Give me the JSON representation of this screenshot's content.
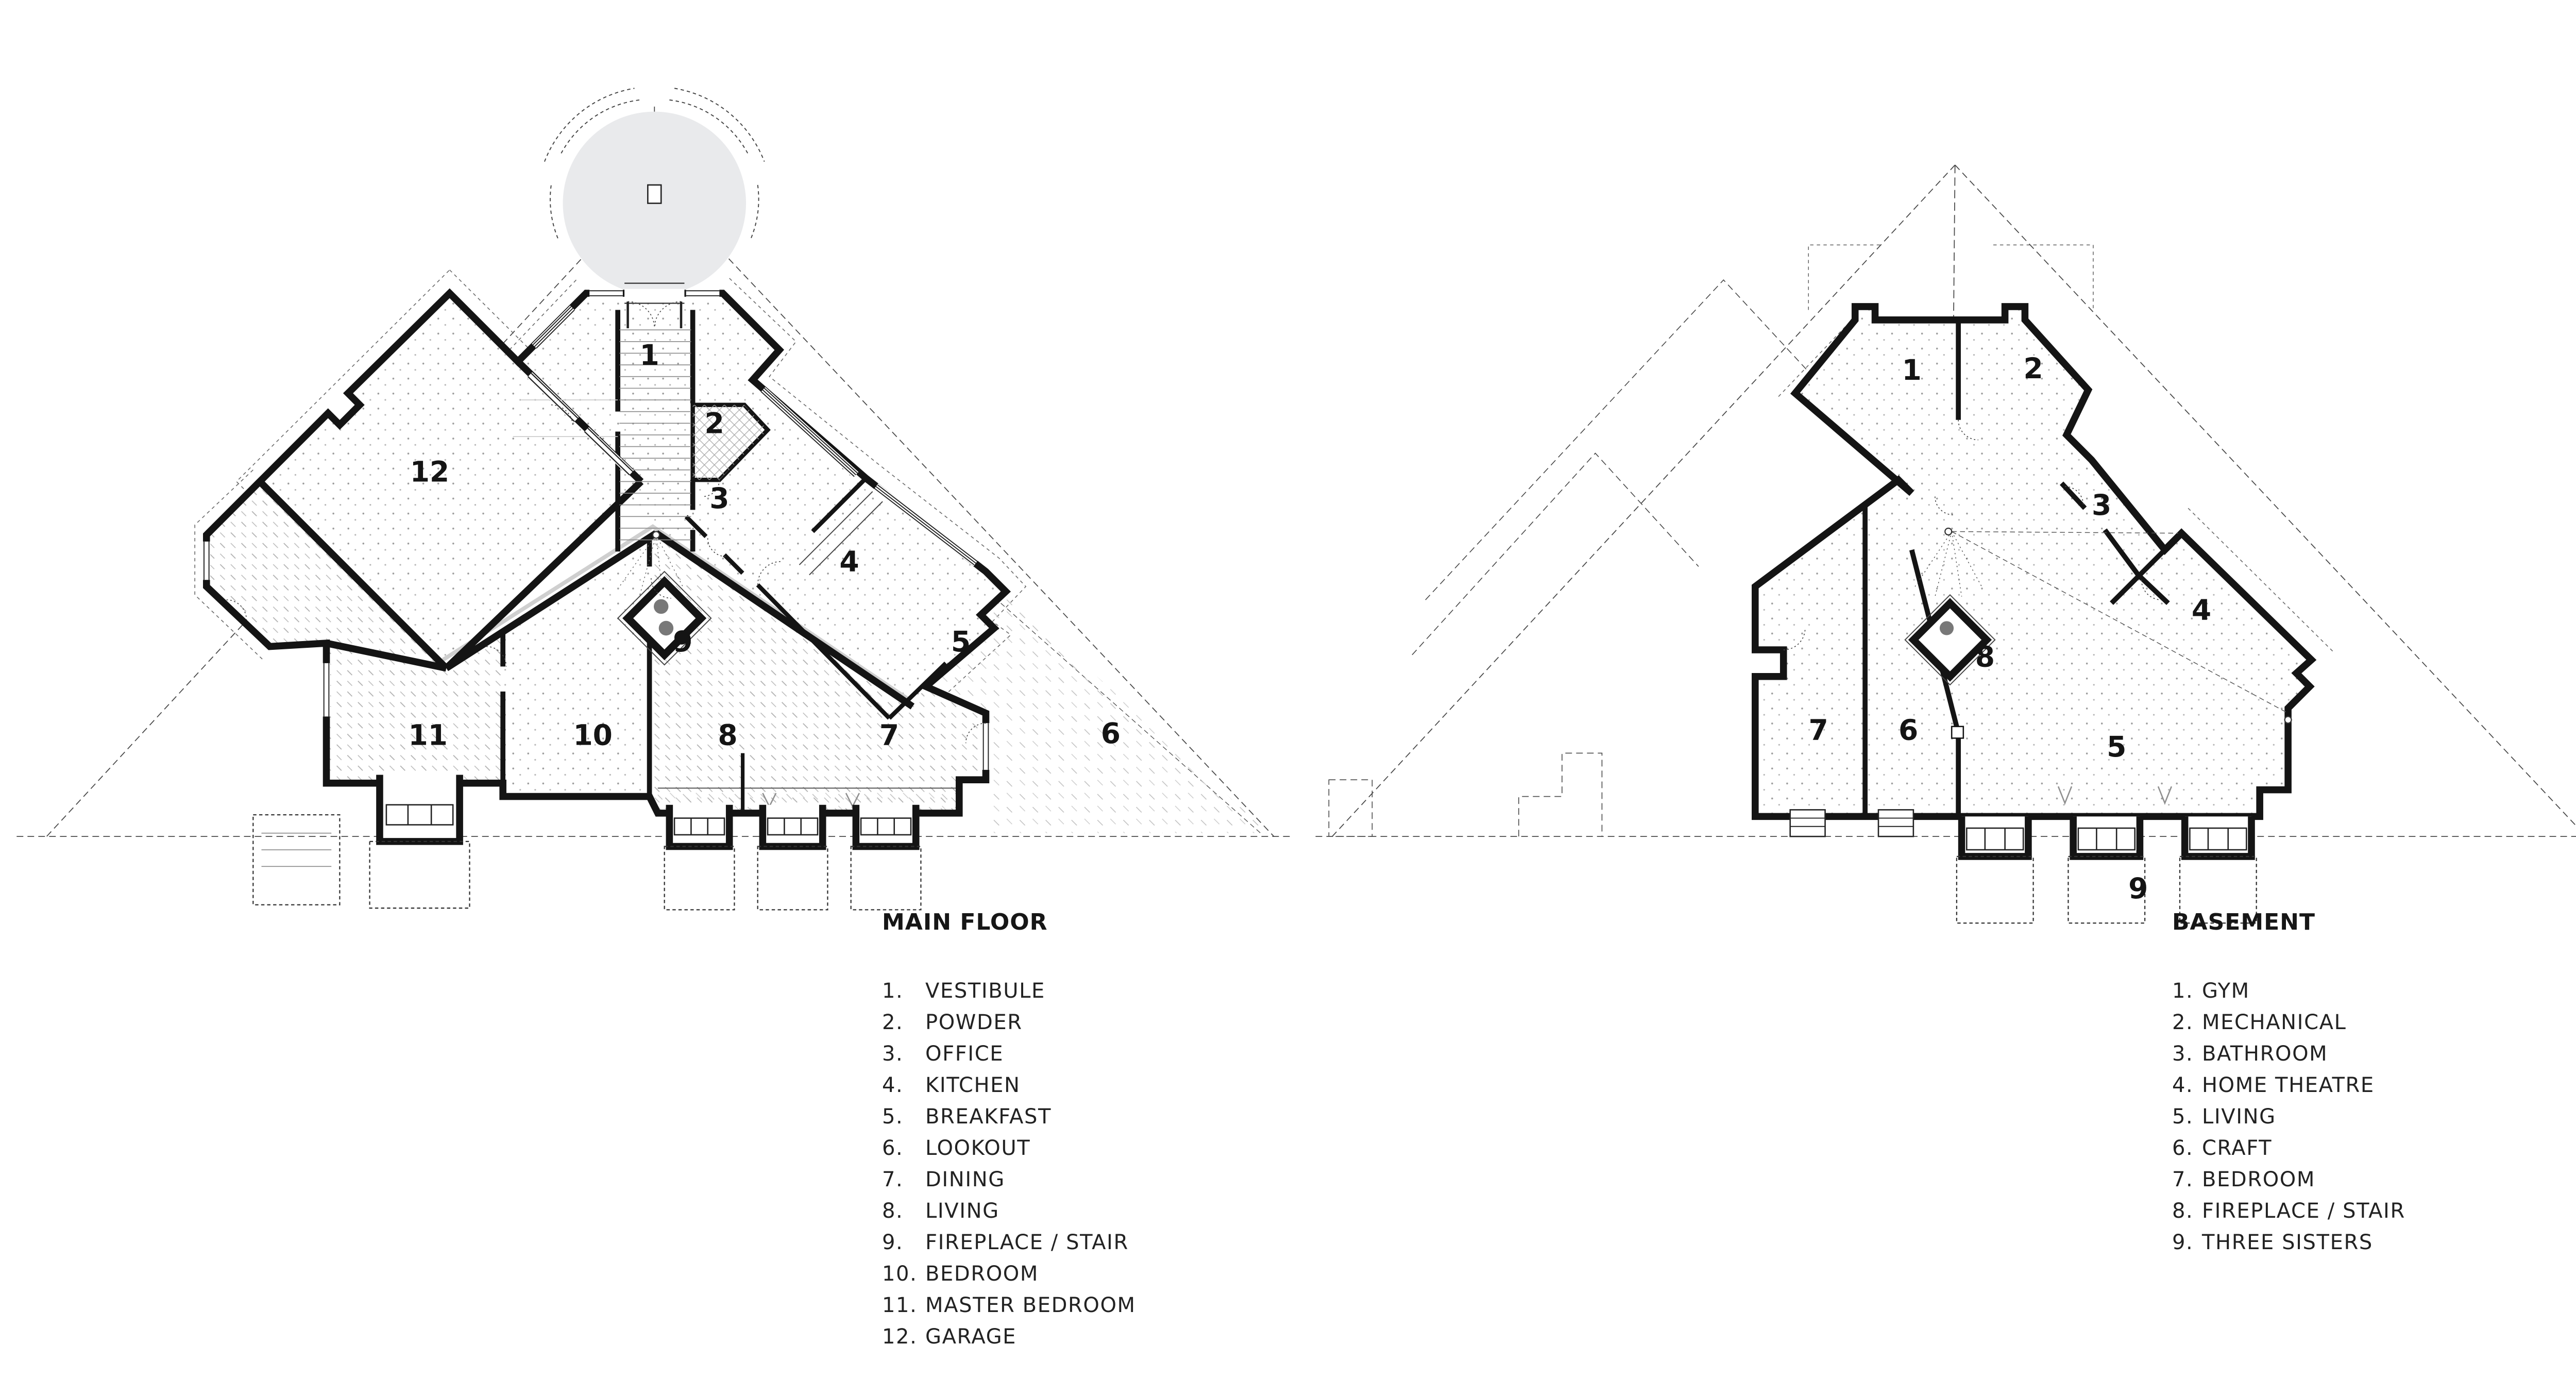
{
  "sheet": {
    "background": "#ffffff",
    "description": "Architectural floor plan sheet with two plans: main floor (left) and basement (right), each inside a triangular site/roof outline."
  },
  "colors": {
    "wall": "#141414",
    "thin_line": "#3c3c3c",
    "dashed_line": "#4a4a4a",
    "hatch_gray": "#b3b3b3",
    "turret_fill": "#e9eaec",
    "fireplace_dot": "#787878",
    "ridge_band": "#cfcfcf",
    "text": "#1b1b1b"
  },
  "plans": [
    {
      "id": "main-floor",
      "title": "MAIN FLOOR",
      "rooms": [
        {
          "number": "1.",
          "label": "VESTIBULE"
        },
        {
          "number": "2.",
          "label": "POWDER"
        },
        {
          "number": "3.",
          "label": "OFFICE"
        },
        {
          "number": "4.",
          "label": "KITCHEN"
        },
        {
          "number": "5.",
          "label": "BREAKFAST"
        },
        {
          "number": "6.",
          "label": "LOOKOUT"
        },
        {
          "number": "7.",
          "label": "DINING"
        },
        {
          "number": "8.",
          "label": "LIVING"
        },
        {
          "number": "9.",
          "label": "FIREPLACE / STAIR"
        },
        {
          "number": "10.",
          "label": "BEDROOM"
        },
        {
          "number": "11.",
          "label": "MASTER BEDROOM"
        },
        {
          "number": "12.",
          "label": "GARAGE"
        }
      ]
    },
    {
      "id": "basement",
      "title": "BASEMENT",
      "rooms": [
        {
          "number": "1.",
          "label": "GYM"
        },
        {
          "number": "2.",
          "label": "MECHANICAL"
        },
        {
          "number": "3.",
          "label": "BATHROOM"
        },
        {
          "number": "4.",
          "label": "HOME THEATRE"
        },
        {
          "number": "5.",
          "label": "LIVING"
        },
        {
          "number": "6.",
          "label": "CRAFT"
        },
        {
          "number": "7.",
          "label": "BEDROOM"
        },
        {
          "number": "8.",
          "label": "FIREPLACE / STAIR"
        },
        {
          "number": "9.",
          "label": "THREE SISTERS"
        }
      ]
    }
  ]
}
